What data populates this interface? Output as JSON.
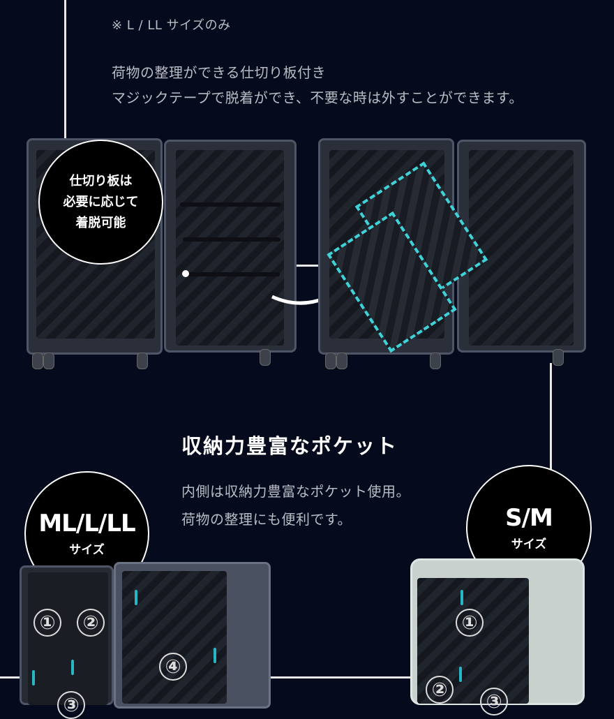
{
  "divider_section": {
    "note": "※ L / LL サイズのみ",
    "description_line1": "荷物の整理ができる仕切り板付き",
    "description_line2": "マジックテープで脱着ができ、不要な時は外すことができます。",
    "callout_lines": [
      "仕切り板は",
      "必要に応じて",
      "着脱可能"
    ]
  },
  "pocket_section": {
    "title": "収納力豊富なポケット",
    "description_line1": "内側は収納力豊富なポケット使用。",
    "description_line2": "荷物の整理にも便利です。",
    "badge_large": {
      "size": "ML/L/LL",
      "label": "サイズ"
    },
    "badge_small": {
      "size": "S/M",
      "label": "サイズ"
    },
    "large_pocket_numbers": [
      "①",
      "②",
      "④",
      "③"
    ],
    "small_pocket_numbers": [
      "①",
      "②",
      "③"
    ]
  },
  "colors": {
    "background": "#050b1c",
    "accent_dash": "#3fd2d8",
    "zipper": "#27b6c4"
  }
}
